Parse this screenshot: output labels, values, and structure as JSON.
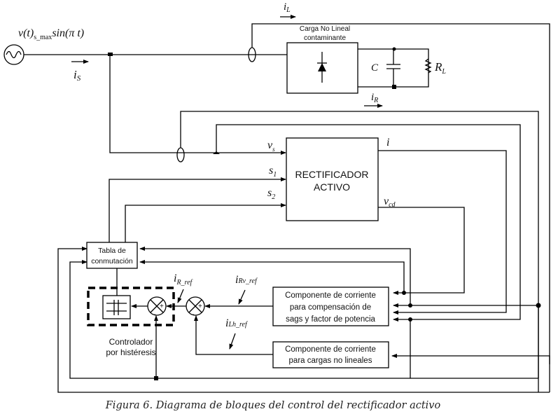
{
  "source": {
    "label_main": "v(t)",
    "label_sub": "s_max",
    "label_func": "sin(π t)"
  },
  "currents": {
    "is": {
      "main": "i",
      "sub": "S"
    },
    "il": {
      "main": "i",
      "sub": "L"
    },
    "ir": {
      "main": "i",
      "sub": "R"
    }
  },
  "load": {
    "title_line1": "Carga No Lineal",
    "title_line2": "contaminante",
    "capacitor": "C",
    "resistor_main": "R",
    "resistor_sub": "L"
  },
  "rectifier": {
    "line1": "RECTIFICADOR",
    "line2": "ACTIVO",
    "in_vs_main": "v",
    "in_vs_sub": "s",
    "in_s1_main": "s",
    "in_s1_sub": "1",
    "in_s2_main": "s",
    "in_s2_sub": "2",
    "out_i": "i",
    "out_vcd_main": "v",
    "out_vcd_sub": "cd"
  },
  "switch_table": {
    "line1": "Tabla de",
    "line2": "conmutación"
  },
  "hysteresis": {
    "line1": "Controlador",
    "line2": "por histéresis"
  },
  "refs": {
    "ir_ref": {
      "main": "i",
      "sub": "R_ref"
    },
    "irv_ref": {
      "main": "i",
      "sub": "Rv_ref"
    },
    "ilh_ref": {
      "main": "i",
      "sub": "Lh_ref"
    }
  },
  "summers": {
    "plus": "+",
    "minus": "-"
  },
  "sag_block": {
    "line1": "Componente de corriente",
    "line2": "para compensación de",
    "line3": "sags y factor de potencia"
  },
  "nonlinear_block": {
    "line1": "Componente de corriente",
    "line2": "para cargas no lineales"
  },
  "caption": "Figura 6. Diagrama de bloques del control del rectificador activo"
}
